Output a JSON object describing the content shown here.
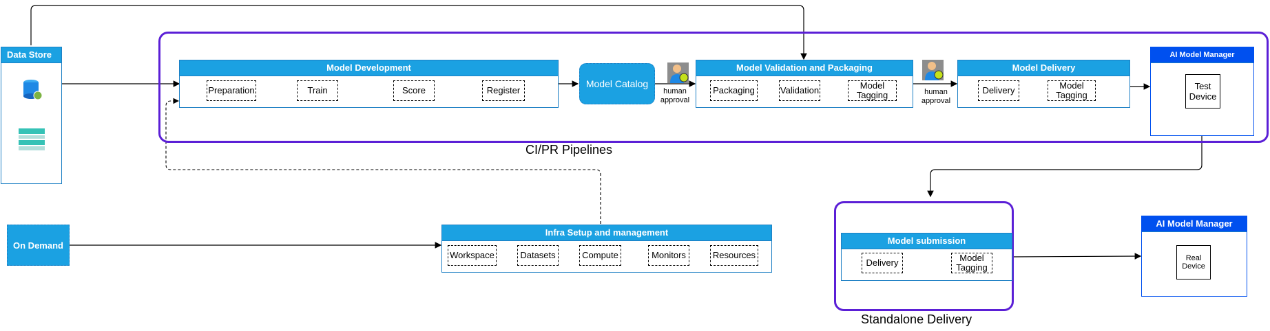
{
  "data_store": {
    "title": "Data Store"
  },
  "on_demand": {
    "label": "On Demand"
  },
  "model_development": {
    "title": "Model Development",
    "steps": [
      "Preparation",
      "Train",
      "Score",
      "Register"
    ]
  },
  "model_catalog": {
    "label": "Model Catalog"
  },
  "approval_1": {
    "label": "human approval"
  },
  "validation": {
    "title": "Model Validation and Packaging",
    "steps": [
      "Packaging",
      "Validation",
      "Model Tagging"
    ]
  },
  "approval_2": {
    "label": "human approval"
  },
  "delivery": {
    "title": "Model Delivery",
    "steps": [
      "Delivery",
      "Model Tagging"
    ]
  },
  "manager_test": {
    "title": "AI Model Manager",
    "device": "Test Device"
  },
  "ci_caption": "CI/PR Pipelines",
  "infra": {
    "title": "Infra Setup and management",
    "steps": [
      "Workspace",
      "Datasets",
      "Compute",
      "Monitors",
      "Resources"
    ]
  },
  "submission": {
    "title": "Model submission",
    "steps": [
      "Delivery",
      "Model Tagging"
    ]
  },
  "standalone_caption": "Standalone Delivery",
  "manager_real": {
    "title": "AI Model Manager",
    "device": "Real Device"
  },
  "colors": {
    "header_blue": "#1ba1e2",
    "navy": "#0050ef",
    "frame_purple": "#5b1fd6",
    "border_blue": "#1c7fc4"
  },
  "icons": [
    "database-icon",
    "storage-table-icon",
    "approver-icon"
  ]
}
